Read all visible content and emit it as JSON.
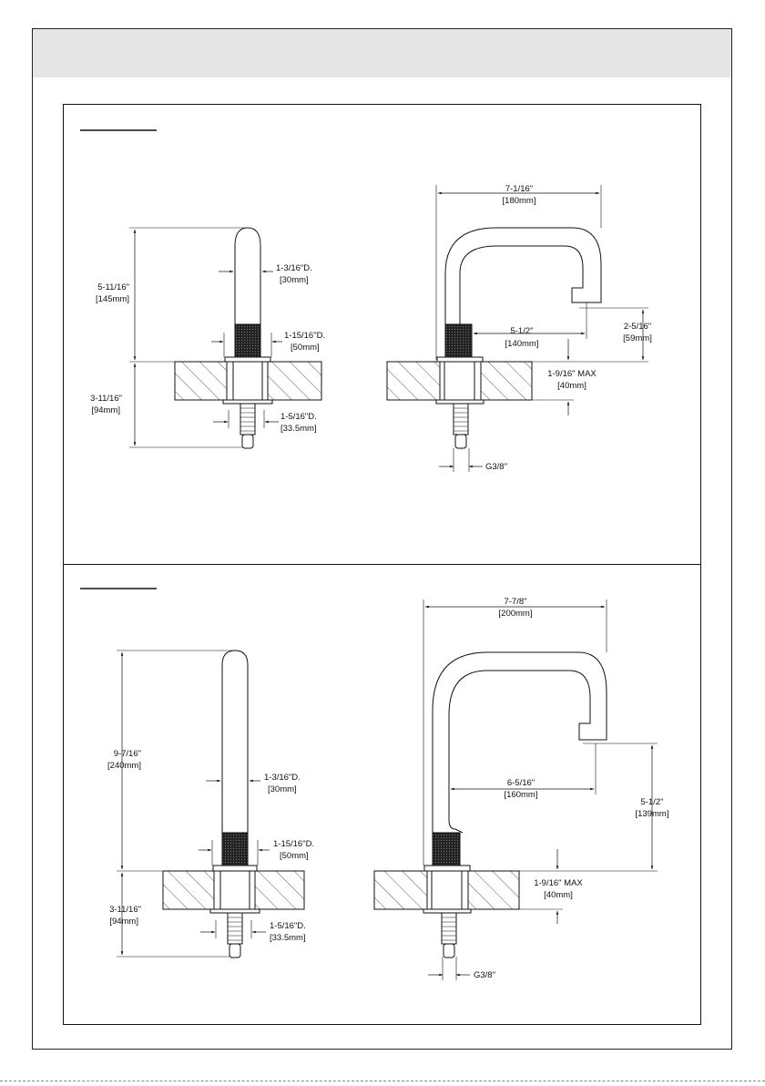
{
  "sections": [
    {
      "id": "short",
      "side_view": {
        "height_in": "5-11/16\"",
        "height_mm": "[145mm]",
        "spout_dia_in": "1-3/16\"D.",
        "spout_dia_mm": "[30mm]",
        "base_dia_in": "1-15/16\"D.",
        "base_dia_mm": "[50mm]",
        "below_in": "3-11/16\"",
        "below_mm": "[94mm]",
        "shank_dia_in": "1-5/16\"D.",
        "shank_dia_mm": "[33.5mm]"
      },
      "front_view": {
        "reach_in": "7-1/16\"",
        "reach_mm": "[180mm]",
        "clearance_in": "5-1/2\"",
        "clearance_mm": "[140mm]",
        "spout_height_in": "2-5/16\"",
        "spout_height_mm": "[59mm]",
        "deck_in": "1-9/16\" MAX",
        "deck_mm": "[40mm]",
        "thread": "G3/8\""
      }
    },
    {
      "id": "tall",
      "side_view": {
        "height_in": "9-7/16\"",
        "height_mm": "[240mm]",
        "spout_dia_in": "1-3/16\"D.",
        "spout_dia_mm": "[30mm]",
        "base_dia_in": "1-15/16\"D.",
        "base_dia_mm": "[50mm]",
        "below_in": "3-11/16\"",
        "below_mm": "[94mm]",
        "shank_dia_in": "1-5/16\"D.",
        "shank_dia_mm": "[33.5mm]"
      },
      "front_view": {
        "reach_in": "7-7/8\"",
        "reach_mm": "[200mm]",
        "clearance_in": "6-5/16\"",
        "clearance_mm": "[160mm]",
        "spout_height_in": "5-1/2\"",
        "spout_height_mm": "[139mm]",
        "deck_in": "1-9/16\" MAX",
        "deck_mm": "[40mm]",
        "thread": "G3/8\""
      }
    }
  ]
}
